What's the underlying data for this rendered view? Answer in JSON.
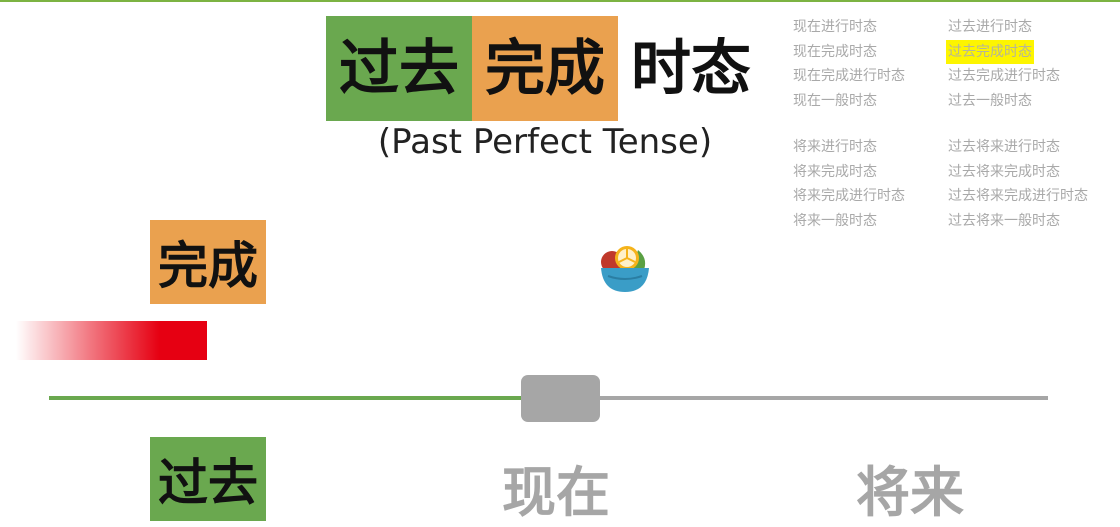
{
  "title": {
    "part1": "过去",
    "part2": "完成",
    "part3": "时态",
    "subtitle": "(Past Perfect Tense)"
  },
  "tense_list": {
    "present_column": [
      "现在进行时态",
      "现在完成时态",
      "现在完成进行时态",
      "现在一般时态"
    ],
    "past_column": [
      "过去进行时态",
      "过去完成时态",
      "过去完成进行时态",
      "过去一般时态"
    ],
    "future_column": [
      "将来进行时态",
      "将来完成时态",
      "将来完成进行时态",
      "将来一般时态"
    ],
    "past_future_column": [
      "过去将来进行时态",
      "过去将来完成时态",
      "过去将来完成进行时态",
      "过去将来一般时态"
    ],
    "highlighted": "过去完成时态"
  },
  "badges": {
    "done": "完成",
    "past": "过去",
    "now": "现在",
    "future": "将来"
  },
  "icons": {
    "bowl": "salad-bowl-icon"
  },
  "colors": {
    "green": "#6aa84f",
    "orange": "#eaa14f",
    "gray": "#a6a6a6",
    "red": "#e60012",
    "highlight": "#fdf500"
  }
}
